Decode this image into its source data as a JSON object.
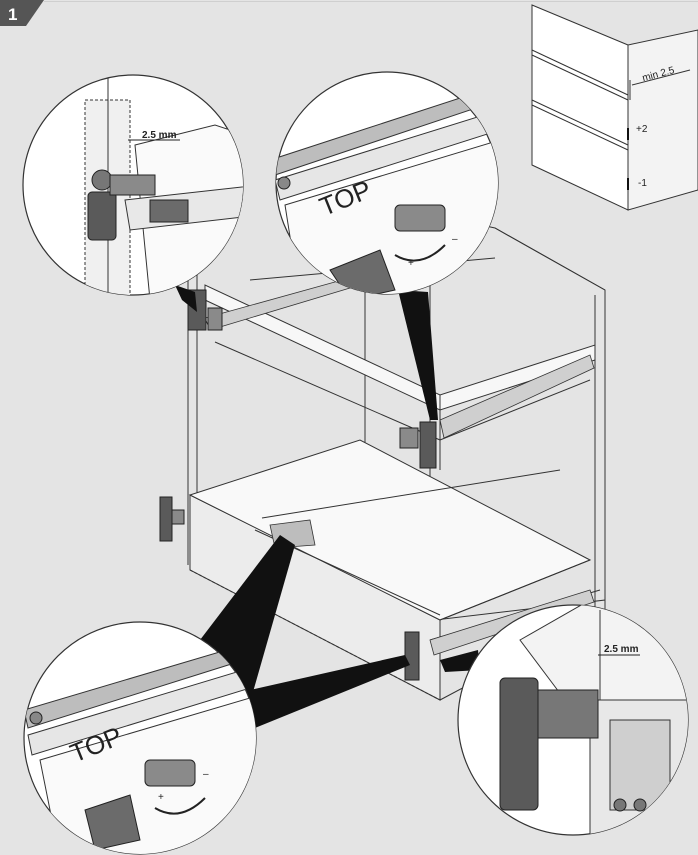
{
  "step_number": "1",
  "labels": {
    "gap_top_left": "2.5 mm",
    "gap_bottom_right": "2.5 mm",
    "min_gap": "min 2.5",
    "adjust_plus": "+2",
    "adjust_minus": "-1",
    "top_marking_upper": "TOP",
    "top_marking_lower": "TOP",
    "plus_sign_upper": "+",
    "minus_sign_upper": "–",
    "plus_sign_lower": "+",
    "minus_sign_lower": "–"
  },
  "colors": {
    "background": "#e4e4e4",
    "panel": "#ffffff",
    "line": "#333333",
    "clip_dark": "#5a5a5a",
    "badge": "#555555"
  }
}
